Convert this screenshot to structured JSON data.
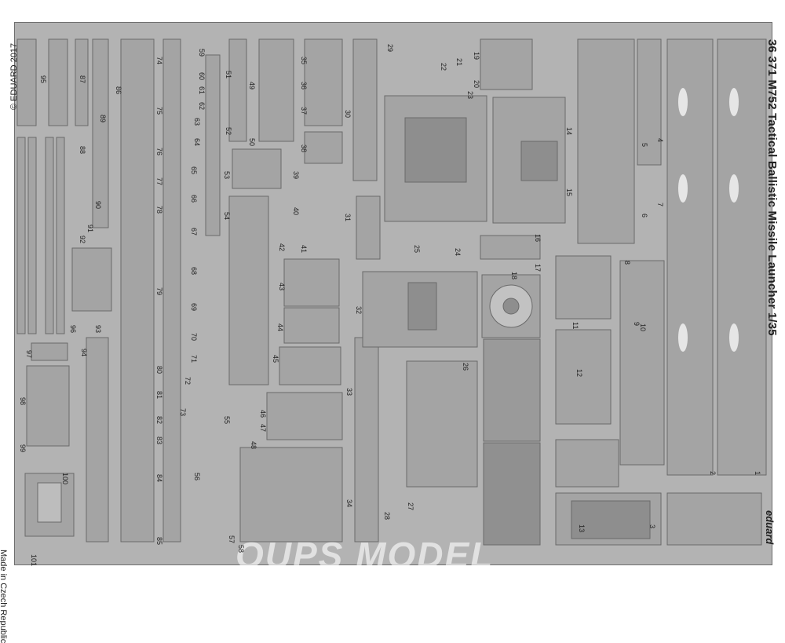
{
  "sheet": {
    "title": "36 371  M752 Tactical Ballistic Missile Launcher  1/35",
    "copyright": "© EDUARD 2017",
    "origin": "Made in Czech Republic",
    "brand": "eduard",
    "watermark": "OUPS MODEL"
  },
  "colors": {
    "fret": "#b3b3b3",
    "part": "#a4a4a4",
    "outline": "#6a6a6a",
    "hole": "#e6e6e6"
  },
  "part_numbers": [
    "1",
    "2",
    "3",
    "4",
    "5",
    "6",
    "7",
    "8",
    "9",
    "10",
    "11",
    "12",
    "13",
    "14",
    "15",
    "16",
    "17",
    "18",
    "19",
    "20",
    "21",
    "22",
    "23",
    "24",
    "25",
    "26",
    "27",
    "28",
    "29",
    "30",
    "31",
    "32",
    "33",
    "34",
    "35",
    "36",
    "37",
    "38",
    "39",
    "40",
    "41",
    "42",
    "43",
    "44",
    "45",
    "46",
    "47",
    "48",
    "49",
    "50",
    "51",
    "52",
    "53",
    "54",
    "55",
    "56",
    "57",
    "58",
    "59",
    "60",
    "61",
    "62",
    "63",
    "64",
    "65",
    "66",
    "67",
    "68",
    "69",
    "70",
    "71",
    "72",
    "73",
    "74",
    "75",
    "76",
    "77",
    "78",
    "79",
    "80",
    "81",
    "82",
    "83",
    "84",
    "85",
    "86",
    "87",
    "88",
    "89",
    "90",
    "91",
    "92",
    "93",
    "94",
    "95",
    "96",
    "97",
    "98",
    "99",
    "100",
    "101"
  ]
}
